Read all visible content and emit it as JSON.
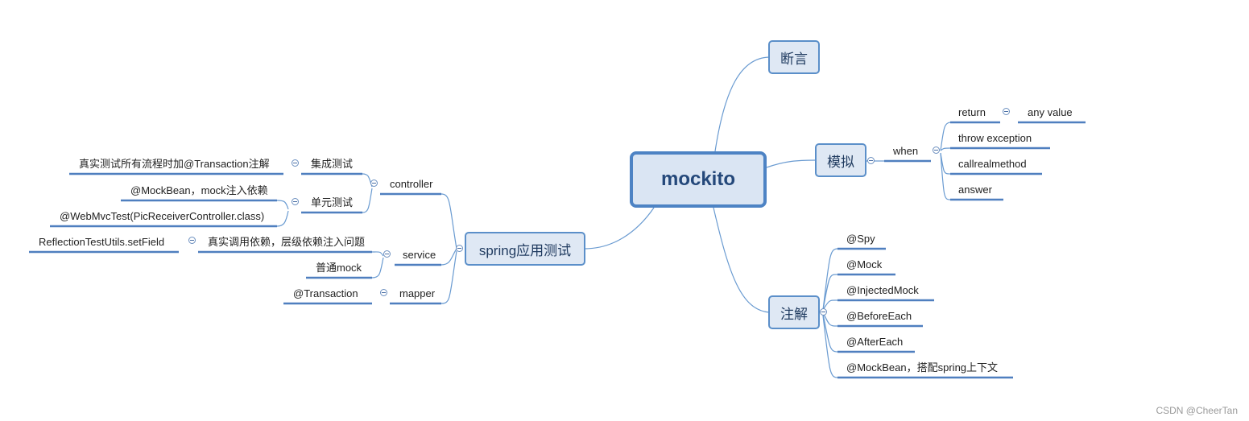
{
  "root": "mockito",
  "branches": {
    "assert": "断言",
    "simulate": "模拟",
    "annotation": "注解",
    "spring": "spring应用测试"
  },
  "simulate": {
    "when": "when",
    "return": "return",
    "any_value": "any value",
    "throw_exception": "throw exception",
    "callrealmethod": "callrealmethod",
    "answer": "answer"
  },
  "annotations": [
    "@Spy",
    "@Mock",
    "@InjectedMock",
    "@BeforeEach",
    "@AfterEach",
    "@MockBean，搭配spring上下文"
  ],
  "spring": {
    "controller": "controller",
    "integration_test": "集成测试",
    "integration_note": "真实测试所有流程时加@Transaction注解",
    "unit_test": "单元测试",
    "mockbean_note": "@MockBean，mock注入依赖",
    "webmvctest_note": "@WebMvcTest(PicReceiverController.class)",
    "service": "service",
    "real_call": "真实调用依赖，层级依赖注入问题",
    "reflection": "ReflectionTestUtils.setField",
    "normal_mock": "普通mock",
    "mapper": "mapper",
    "transaction": "@Transaction"
  },
  "watermark": "CSDN @CheerTan"
}
